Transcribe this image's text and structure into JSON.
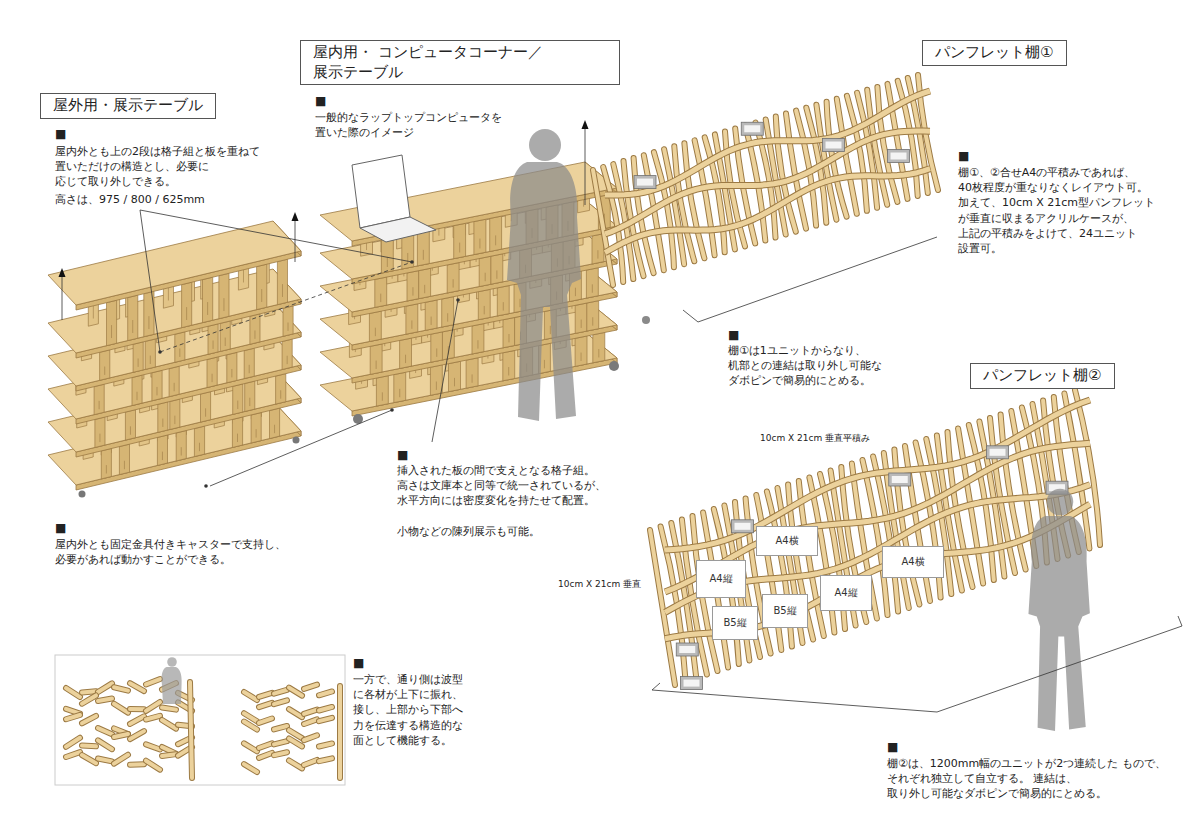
{
  "diagram": {
    "nodes": [
      {
        "text": [
          "屋外用・展示テーブル"
        ]
      },
      {
        "text": [
          "屋内用・ コンピュータコーナー／展示テーブル"
        ]
      },
      {
        "text": [
          "パンフレット棚①"
        ]
      },
      {
        "text": [
          "パンフレット棚②"
        ]
      },
      {
        "text": [
          "A4横"
        ]
      },
      {
        "text": [
          "A4横"
        ]
      },
      {
        "text": [
          "A4縦"
        ]
      },
      {
        "text": [
          "A4縦"
        ]
      },
      {
        "text": [
          "B5縦"
        ]
      },
      {
        "text": [
          "B5縦"
        ]
      }
    ],
    "labels": [
      "■",
      "屋内外とも上の2段は格子組と板を重ねて 置いただけの構造とし、必要に 応じて取り外しできる。",
      "高さは、975 / 800 / 625mm",
      "■",
      "一般的なラップトップコンピュータを 置いた際のイメージ",
      "■",
      "棚①、②合せA4の平積みであれば、 40枚程度が重なりなくレイアウト可。 加えて、10cm X 21cm型パンフレット が垂直に収まるアクリルケースが、 上記の平積みをよけて、24ユニット 設置可。",
      "■",
      "棚①は1ユニットからなり、 机部との連結は取り外し可能な ダボピンで簡易的にとめる。",
      "10cm X 21cm 垂直平積み",
      "■",
      "挿入された板の間で支えとなる格子組。 高さは文庫本と同等で統一されているが、 水平方向には密度変化を持たせて配置。",
      "小物などの陳列展示も可能。",
      "10cm X 21cm 垂直",
      "■",
      "屋内外とも固定金具付きキャスターで支持し、 必要があれば動かすことができる。",
      "■",
      "一方で、通り側は波型 に各材が上下に振れ、 接し、上部から下部へ 力を伝達する構造的な 面として機能する。",
      "■",
      "棚②は、1200mm幅のユニットが2つ連続した もので、それぞれ独立して自立する。 連結は、取り外し可能なダボピンで簡易的にとめる。"
    ]
  }
}
